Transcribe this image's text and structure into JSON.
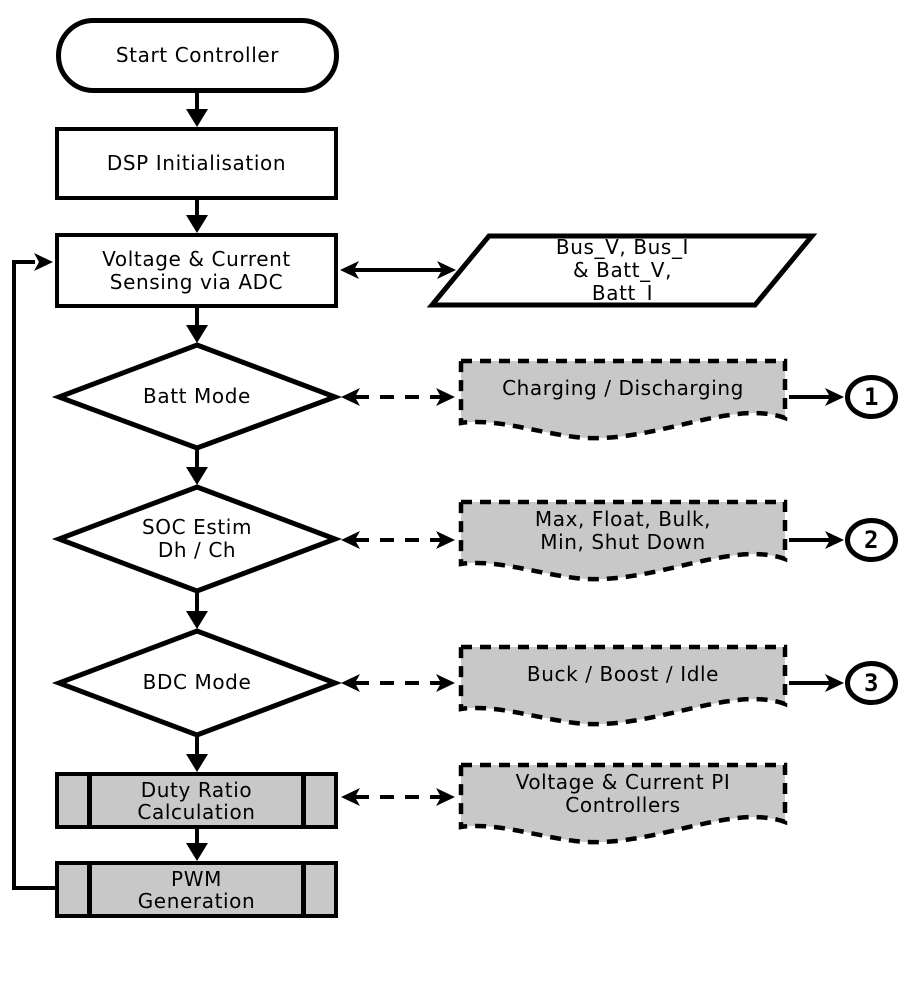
{
  "diagram": {
    "colors": {
      "line": "#000000",
      "gray_fill": "#c8c8c8",
      "white_fill": "#ffffff"
    },
    "nodes": {
      "start": {
        "shape": "terminator",
        "label": "Start Controller"
      },
      "dsp_init": {
        "shape": "process",
        "label": "DSP Initialisation"
      },
      "adc_sensing": {
        "shape": "process",
        "line1": "Voltage & Current",
        "line2": "Sensing via ADC"
      },
      "bus_data": {
        "shape": "data-io",
        "line1": "Bus_V, Bus_I",
        "line2": "& Batt_V,",
        "line3": "Batt_I"
      },
      "batt_mode": {
        "shape": "decision",
        "label": "Batt Mode"
      },
      "charging": {
        "shape": "document",
        "label": "Charging / Discharging"
      },
      "connector1": {
        "shape": "connector",
        "label": "1"
      },
      "soc_estim": {
        "shape": "decision",
        "line1": "SOC Estim",
        "line2": "Dh / Ch"
      },
      "soc_levels": {
        "shape": "document",
        "line1": "Max, Float, Bulk,",
        "line2": "Min, Shut Down"
      },
      "connector2": {
        "shape": "connector",
        "label": "2"
      },
      "bdc_mode": {
        "shape": "decision",
        "label": "BDC Mode"
      },
      "bdc_modes": {
        "shape": "document",
        "label": "Buck / Boost / Idle"
      },
      "connector3": {
        "shape": "connector",
        "label": "3"
      },
      "duty_ratio": {
        "shape": "predefined-process",
        "line1": "Duty Ratio",
        "line2": "Calculation"
      },
      "pi_controllers": {
        "shape": "document",
        "line1": "Voltage & Current PI",
        "line2": "Controllers"
      },
      "pwm_gen": {
        "shape": "predefined-process",
        "line1": "PWM",
        "line2": "Generation"
      }
    }
  }
}
